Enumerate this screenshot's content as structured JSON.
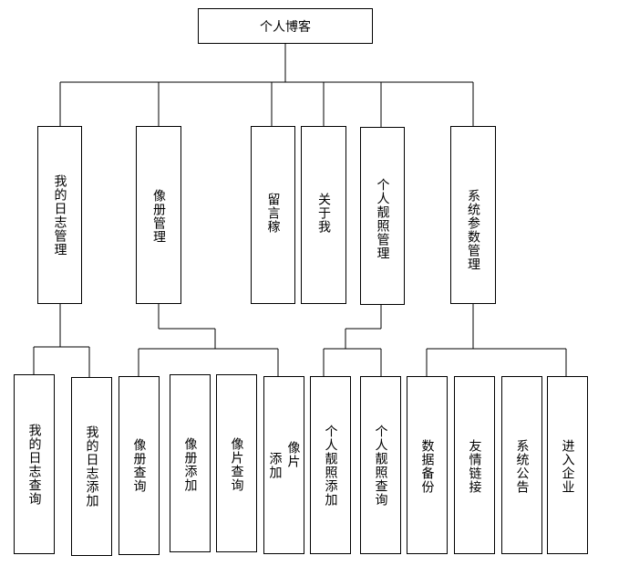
{
  "root": {
    "label": "个人博客"
  },
  "modules": [
    {
      "label": "我的日志管理"
    },
    {
      "label": "像册管理"
    },
    {
      "label": "留言稼"
    },
    {
      "label": "关于我"
    },
    {
      "label": "个人靓照管理"
    },
    {
      "label": "系统参数管理"
    }
  ],
  "functions": [
    {
      "label": "我的日志查询"
    },
    {
      "label": "我的日志添加"
    },
    {
      "label": "像册查询"
    },
    {
      "label": "像册添加"
    },
    {
      "label": "像片查询"
    },
    {
      "label": "像片添加",
      "col1": "像片",
      "col2": "添加"
    },
    {
      "label": "个人靓照添加"
    },
    {
      "label": "个人靓照查询"
    },
    {
      "label": "数据备份"
    },
    {
      "label": "友情链接"
    },
    {
      "label": "系统公告"
    },
    {
      "label": "进入企业"
    }
  ]
}
